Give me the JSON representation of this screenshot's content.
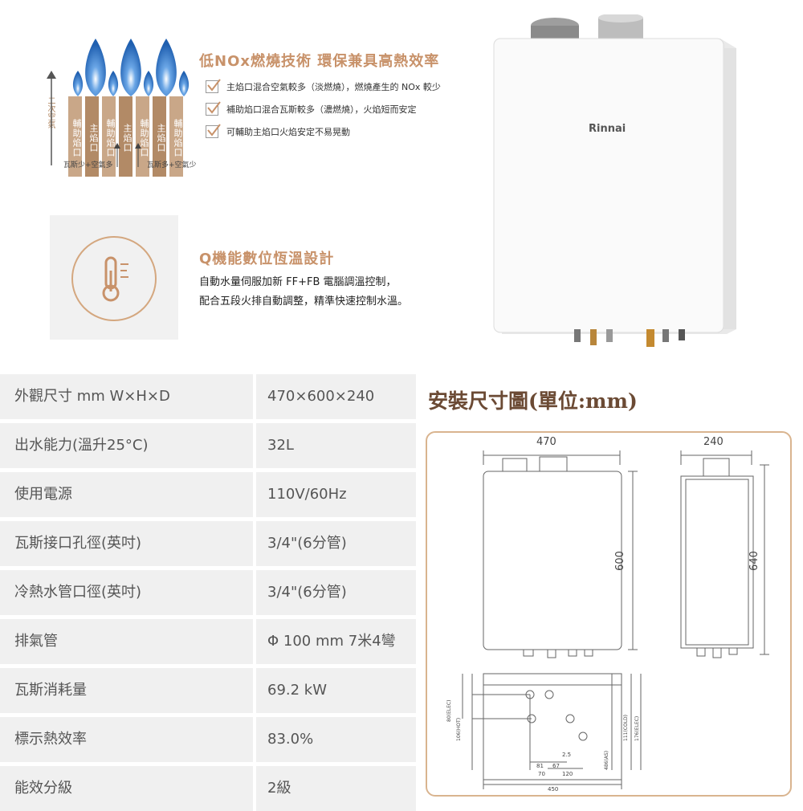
{
  "burner": {
    "side_label": "二次空氣",
    "columns": [
      "輔助焰口",
      "主焰口",
      "輔助焰口",
      "主焰口",
      "輔助焰口",
      "主焰口",
      "輔助焰口"
    ],
    "left_caption": "瓦斯少+空氣多",
    "right_caption": "瓦斯多+空氣少",
    "flame_color": "#1f5fb0",
    "column_colors": {
      "main": "#b28a66",
      "aux": "#c9a788"
    }
  },
  "nox": {
    "title": "低NOx燃燒技術 環保兼具高熱效率",
    "bullets": [
      "主焰口混合空氣較多（淡燃燒），燃燒產生的 NOx 較少",
      "補助焰口混合瓦斯較多（濃燃燒），火焰短而安定",
      "可輔助主焰口火焰安定不易晃動"
    ],
    "accent": "#c8926a"
  },
  "q_feature": {
    "icon": "thermometer-icon",
    "title": "Q機能數位恆溫設計",
    "lines": [
      "自動水量伺服加新 FF+FB 電腦調溫控制，",
      "配合五段火排自動調整，精準快速控制水溫。"
    ]
  },
  "product": {
    "brand": "Rinnai",
    "image": "water-heater-image"
  },
  "specs": [
    {
      "label": "外觀尺寸 mm W×H×D",
      "value": "470×600×240"
    },
    {
      "label": "出水能力(溫升25°C)",
      "value": "32L"
    },
    {
      "label": "使用電源",
      "value": "110V/60Hz"
    },
    {
      "label": "瓦斯接口孔徑(英吋)",
      "value": "3/4\"(6分管)"
    },
    {
      "label": "冷熱水管口徑(英吋)",
      "value": "3/4\"(6分管)"
    },
    {
      "label": "排氣管",
      "value": "Φ 100 mm 7米4彎"
    },
    {
      "label": "瓦斯消耗量",
      "value": "69.2 kW"
    },
    {
      "label": "標示熱效率",
      "value": "83.0%"
    },
    {
      "label": "能效分級",
      "value": "2級"
    }
  ],
  "install": {
    "title": "安裝尺寸圖(單位:mm)",
    "front_width": "470",
    "side_depth": "240",
    "front_height": "600",
    "side_height": "640",
    "bottom_dims": [
      "2.5",
      "81",
      "67",
      "70",
      "120",
      "450"
    ],
    "bottom_side_labels": [
      "80(ELEC)",
      "106(HOT)",
      "111(COLD)",
      "176(ELEC)",
      "486(AS)"
    ],
    "frame_color": "#d9b48f"
  }
}
